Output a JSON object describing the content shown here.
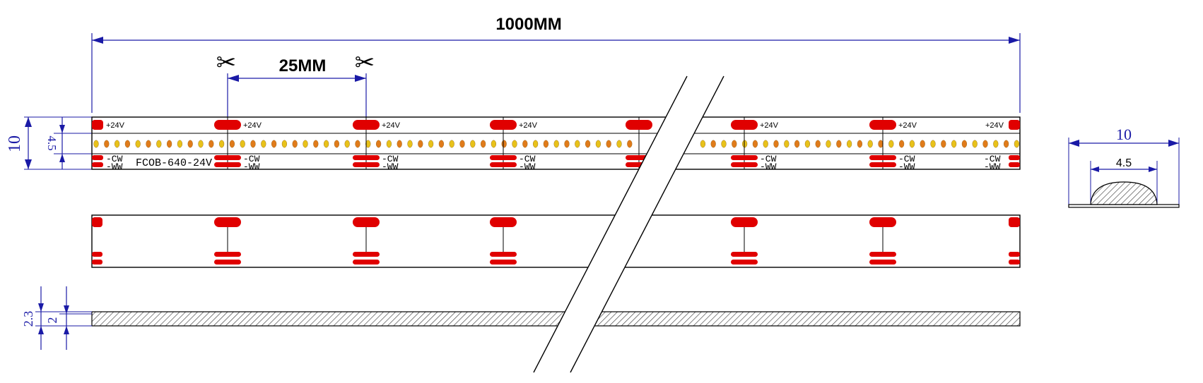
{
  "dimensions": {
    "total_length": "1000MM",
    "cut_interval": "25MM",
    "strip_width": "10",
    "emitter_width": "4.5",
    "profile_width": "10",
    "profile_emitter_width": "4.5",
    "thickness_total": "2.3",
    "thickness_pcb": "2"
  },
  "strip": {
    "model": "FCOB-640-24V",
    "pad_labels": {
      "positive": "+24V",
      "cold_white": "-CW",
      "warm_white": "-WW"
    }
  },
  "icons": {
    "cut_mark": "scissors-icon",
    "cut_glyph": "✂"
  },
  "colors": {
    "pad": "#e00000",
    "dimension_line": "#1a1aa6",
    "led_warm": "#e07b1a",
    "led_neutral": "#e8c21a"
  }
}
